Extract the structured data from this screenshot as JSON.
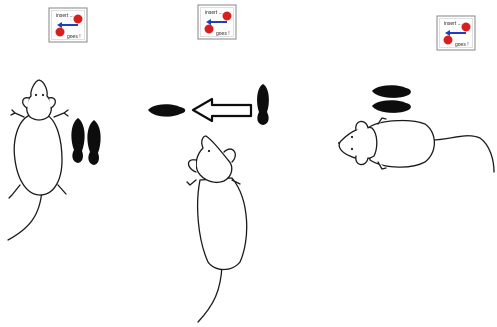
{
  "panels": [
    {
      "id": "panel-left",
      "sign": {
        "top_text": "insert ...",
        "bottom_text": "goes !"
      },
      "mouse_orientation": "head-up",
      "arrow": null
    },
    {
      "id": "panel-middle",
      "sign": {
        "top_text": "insert ...",
        "bottom_text": "goes !"
      },
      "mouse_orientation": "head-up",
      "arrow": "left"
    },
    {
      "id": "panel-right",
      "sign": {
        "top_text": "insert ...",
        "bottom_text": "goes !"
      },
      "mouse_orientation": "head-left",
      "arrow": null
    }
  ],
  "colors": {
    "outline": "#1a1a1a",
    "footprint": "#0d0d0d",
    "sign_red": "#d91e1e",
    "sign_blue": "#1f3fbf",
    "sign_frame": "#9a9a9a"
  }
}
